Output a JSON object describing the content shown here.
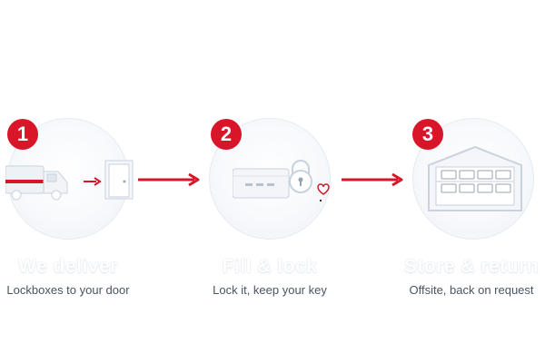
{
  "steps": [
    {
      "number": "1",
      "title": "We deliver",
      "subtitle": "Lockboxes to your door",
      "icon": "delivery-truck-icon"
    },
    {
      "number": "2",
      "title": "Fill & lock",
      "subtitle": "Lock it, keep your key",
      "icon": "lockbox-padlock-icon"
    },
    {
      "number": "3",
      "title": "Store & return",
      "subtitle": "Offsite, back on request",
      "icon": "warehouse-icon"
    }
  ],
  "colors": {
    "accent": "#d9152a",
    "subtitle": "#4a5563",
    "line": "#c9d2dd"
  }
}
